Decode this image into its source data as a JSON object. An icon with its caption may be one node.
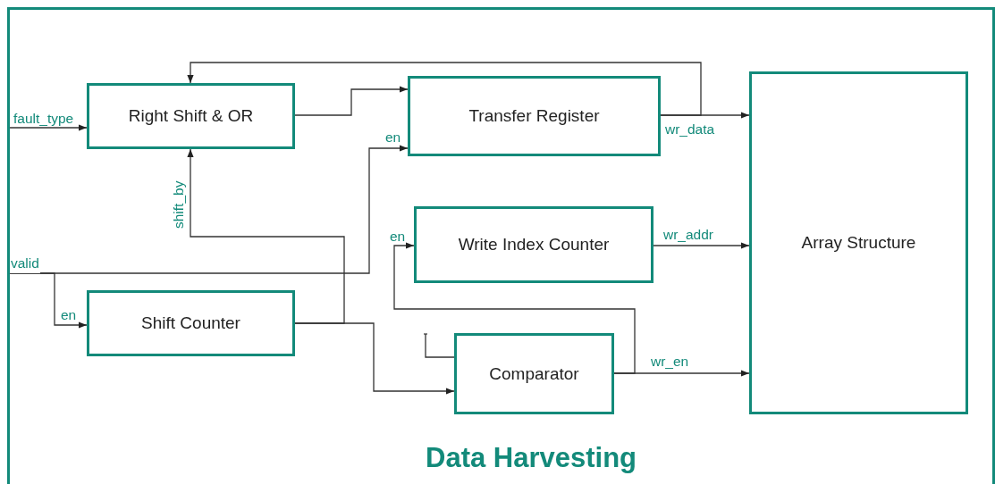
{
  "diagram": {
    "nodes": [
      {
        "text": [
          "Data Harvesting"
        ]
      },
      {
        "text": [
          "Right Shift & OR"
        ],
        "in": 0
      },
      {
        "text": [
          "Transfer Register"
        ],
        "in": 0
      },
      {
        "text": [
          "Write Index Counter"
        ],
        "in": 0
      },
      {
        "text": [
          "Shift Counter"
        ],
        "in": 0
      },
      {
        "text": [
          "Comparator"
        ],
        "in": 0
      },
      {
        "text": [
          "Array Structure"
        ],
        "in": 0
      },
      {
        "text": [
          "valid"
        ],
        "in": 0
      }
    ],
    "edges": [
      {
        "from": null,
        "to": 1,
        "arrow": "to",
        "label": "fault_type"
      },
      {
        "from": 1,
        "to": 2,
        "arrow": "to"
      },
      {
        "from": 2,
        "to": 6,
        "arrow": "to",
        "label": "wr_data"
      },
      {
        "from": 2,
        "to": 1,
        "arrow": "to"
      },
      {
        "from": 7,
        "to": 2,
        "arrow": "to",
        "label": "en"
      },
      {
        "from": 7,
        "to": 4,
        "arrow": "to",
        "label": "en"
      },
      {
        "from": 4,
        "to": 1,
        "arrow": "to",
        "label": "shift_by"
      },
      {
        "from": 4,
        "to": 5,
        "arrow": "to"
      },
      {
        "from": 3,
        "to": 6,
        "arrow": "to",
        "label": "wr_addr"
      },
      {
        "from": 5,
        "to": 6,
        "arrow": "to",
        "label": "wr_en"
      },
      {
        "from": 5,
        "to": 3,
        "arrow": "to",
        "label": "en"
      },
      {
        "from": null,
        "to": 5,
        "arrow": "other"
      }
    ]
  }
}
